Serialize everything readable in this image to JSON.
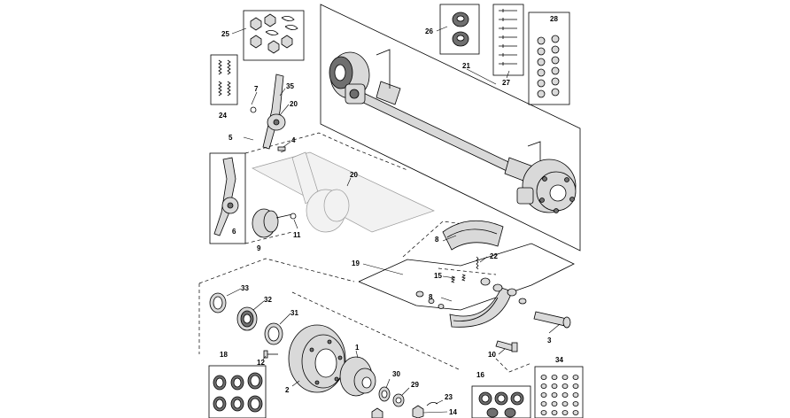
{
  "diagram": {
    "callouts": [
      {
        "id": "c25",
        "text": "25"
      },
      {
        "id": "c26",
        "text": "26"
      },
      {
        "id": "c28",
        "text": "28"
      },
      {
        "id": "c21",
        "text": "21"
      },
      {
        "id": "c27",
        "text": "27"
      },
      {
        "id": "c24",
        "text": "24"
      },
      {
        "id": "c7",
        "text": "7"
      },
      {
        "id": "c35",
        "text": "35"
      },
      {
        "id": "c20a",
        "text": "20"
      },
      {
        "id": "c5",
        "text": "5"
      },
      {
        "id": "c4",
        "text": "4"
      },
      {
        "id": "c20b",
        "text": "20"
      },
      {
        "id": "c6",
        "text": "6"
      },
      {
        "id": "c9",
        "text": "9"
      },
      {
        "id": "c11",
        "text": "11"
      },
      {
        "id": "c8a",
        "text": "8"
      },
      {
        "id": "c22",
        "text": "22"
      },
      {
        "id": "c19",
        "text": "19"
      },
      {
        "id": "c15",
        "text": "15"
      },
      {
        "id": "c8b",
        "text": "8"
      },
      {
        "id": "c33",
        "text": "33"
      },
      {
        "id": "c32",
        "text": "32"
      },
      {
        "id": "c31",
        "text": "31"
      },
      {
        "id": "c3",
        "text": "3"
      },
      {
        "id": "c1",
        "text": "1"
      },
      {
        "id": "c10",
        "text": "10"
      },
      {
        "id": "c18",
        "text": "18"
      },
      {
        "id": "c12",
        "text": "12"
      },
      {
        "id": "c34",
        "text": "34"
      },
      {
        "id": "c2",
        "text": "2"
      },
      {
        "id": "c30",
        "text": "30"
      },
      {
        "id": "c16",
        "text": "16"
      },
      {
        "id": "c29",
        "text": "29"
      },
      {
        "id": "c23",
        "text": "23"
      },
      {
        "id": "c14",
        "text": "14"
      }
    ]
  }
}
